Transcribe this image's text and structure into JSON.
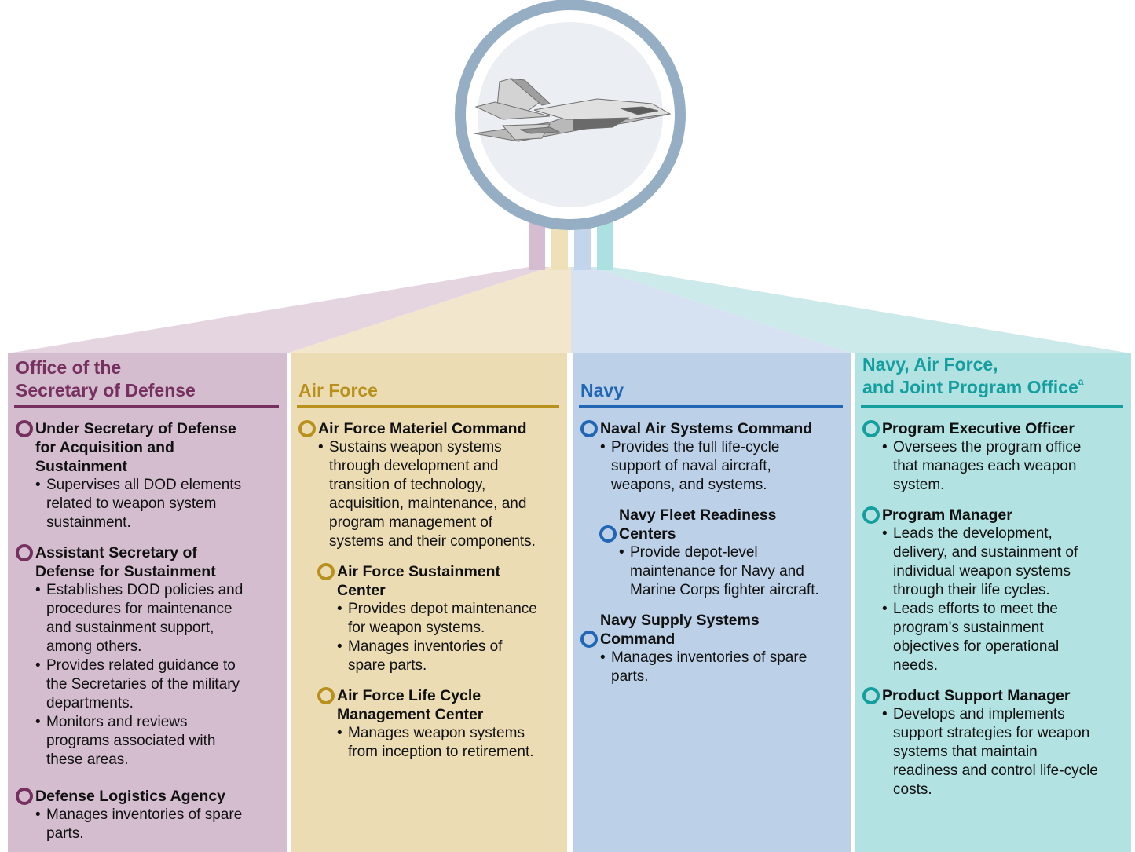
{
  "colors": {
    "osd": "#76305f",
    "osd_bg": "#d5bdd0",
    "osd_fan": "#e5d5e1",
    "osd_bar": "#d6bcd0",
    "af": "#b8901c",
    "af_bg": "#ecdcb4",
    "af_fan": "#f2e7cd",
    "af_bar": "#eee0b8",
    "navy": "#2166b5",
    "navy_bg": "#bcd0e8",
    "navy_fan": "#d6e2f1",
    "navy_bar": "#c2d5ec",
    "jpo": "#149e9e",
    "jpo_bg": "#b3e2e2",
    "jpo_fan": "#cceaea",
    "jpo_bar": "#ace1e1",
    "ring": "#96aec3",
    "ring_inner": "#ebeef2"
  },
  "center": {
    "icon": "fighter-jet-icon"
  },
  "columns": [
    {
      "id": "osd",
      "title_lines": [
        "Office of the",
        "Secretary of Defense"
      ],
      "entries": [
        {
          "title_lines": [
            "Under Secretary of Defense",
            "for Acquisition and",
            "Sustainment"
          ],
          "marker_row": 0,
          "bullets": [
            [
              "Supervises all DOD elements",
              "related to weapon system",
              "sustainment."
            ]
          ]
        },
        {
          "title_lines": [
            "Assistant Secretary of",
            "Defense for Sustainment"
          ],
          "marker_row": 0,
          "bullets": [
            [
              "Establishes DOD policies and",
              "procedures for maintenance",
              "and sustainment support,",
              "among others."
            ],
            [
              "Provides related guidance to",
              "the Secretaries of the military",
              "departments."
            ],
            [
              "Monitors and reviews",
              "programs associated with",
              "these areas."
            ]
          ]
        },
        {
          "title_lines": [
            "Defense Logistics Agency"
          ],
          "marker_row": 0,
          "bullets": [
            [
              "Manages inventories of spare",
              "parts."
            ]
          ]
        }
      ]
    },
    {
      "id": "af",
      "title_lines": [
        "Air Force"
      ],
      "entries": [
        {
          "title_lines": [
            "Air Force Materiel Command"
          ],
          "marker_row": 0,
          "bullets": [
            [
              "Sustains weapon systems",
              "through development and",
              "transition of technology,",
              "acquisition, maintenance, and",
              "program management of",
              "systems and their components."
            ]
          ]
        },
        {
          "sub": true,
          "title_lines": [
            "Air Force Sustainment",
            "Center"
          ],
          "marker_row": 0,
          "bullets": [
            [
              "Provides depot maintenance",
              "for weapon systems."
            ],
            [
              "Manages inventories of",
              "spare parts."
            ]
          ]
        },
        {
          "sub": true,
          "title_lines": [
            "Air Force Life Cycle",
            "Management Center"
          ],
          "marker_row": 0,
          "bullets": [
            [
              "Manages weapon systems",
              "from inception to retirement."
            ]
          ]
        }
      ]
    },
    {
      "id": "navy",
      "title_lines": [
        "Navy"
      ],
      "entries": [
        {
          "title_lines": [
            "Naval Air Systems Command"
          ],
          "marker_row": 0,
          "bullets": [
            [
              "Provides the full life-cycle",
              "support of naval aircraft,",
              "weapons, and systems."
            ]
          ]
        },
        {
          "sub": true,
          "title_lines": [
            "Navy Fleet Readiness",
            "Centers"
          ],
          "marker_row": 1,
          "bullets": [
            [
              "Provide depot-level",
              "maintenance for Navy and",
              "Marine Corps fighter aircraft."
            ]
          ]
        },
        {
          "title_lines": [
            "Navy Supply Systems",
            "Command"
          ],
          "marker_row": 1,
          "bullets": [
            [
              "Manages inventories of spare",
              "parts."
            ]
          ]
        }
      ]
    },
    {
      "id": "jpo",
      "title_lines": [
        "Navy, Air Force,",
        "and Joint Program Office"
      ],
      "title_sup": "a",
      "entries": [
        {
          "title_lines": [
            "Program Executive Officer"
          ],
          "marker_row": 0,
          "bullets": [
            [
              "Oversees the program office",
              "that manages each weapon",
              "system."
            ]
          ]
        },
        {
          "title_lines": [
            "Program Manager"
          ],
          "marker_row": 0,
          "bullets": [
            [
              "Leads the development,",
              "delivery, and sustainment of",
              "individual weapon systems",
              "through their life cycles."
            ],
            [
              "Leads efforts to meet the",
              "program's sustainment",
              "objectives for operational",
              "needs."
            ]
          ]
        },
        {
          "title_lines": [
            "Product Support Manager"
          ],
          "marker_row": 0,
          "bullets": [
            [
              "Develops and implements",
              "support strategies for weapon",
              "systems that maintain",
              "readiness and control life-cycle",
              "costs."
            ]
          ]
        }
      ]
    }
  ]
}
